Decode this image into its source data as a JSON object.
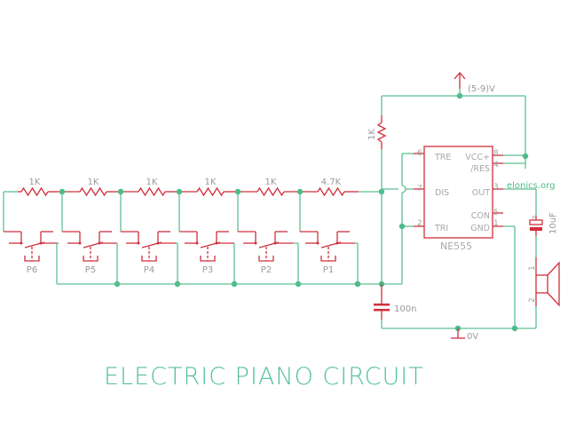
{
  "title": "ELECTRIC PIANO CIRCUIT",
  "watermark": "elonics.org",
  "colors": {
    "wire": "#5dbf95",
    "component": "#d0303c",
    "label": "#9a9a9a",
    "title": "#55c297"
  },
  "supply": {
    "label": "(5-9)V",
    "ground_label": "0V"
  },
  "key_resistors": [
    "1K",
    "1K",
    "1K",
    "1K",
    "1K",
    "4.7K"
  ],
  "pull_resistor": "1K",
  "switches": [
    "P6",
    "P5",
    "P4",
    "P3",
    "P2",
    "P1"
  ],
  "timing_capacitor": "100n",
  "output_capacitor": "10uF",
  "ic": {
    "name": "NE555",
    "left_pins": [
      {
        "num": "6",
        "name": "TRE"
      },
      {
        "num": "7",
        "name": "DIS"
      },
      {
        "num": "2",
        "name": "TRI"
      }
    ],
    "right_pins": [
      {
        "num": "8",
        "name": "VCC+"
      },
      {
        "num": "4",
        "name": "/RES"
      },
      {
        "num": "3",
        "name": "OUT"
      },
      {
        "num": "5",
        "name": "CON"
      },
      {
        "num": "1",
        "name": "GND"
      }
    ]
  },
  "speaker": {
    "pins": [
      "1",
      "2"
    ]
  }
}
